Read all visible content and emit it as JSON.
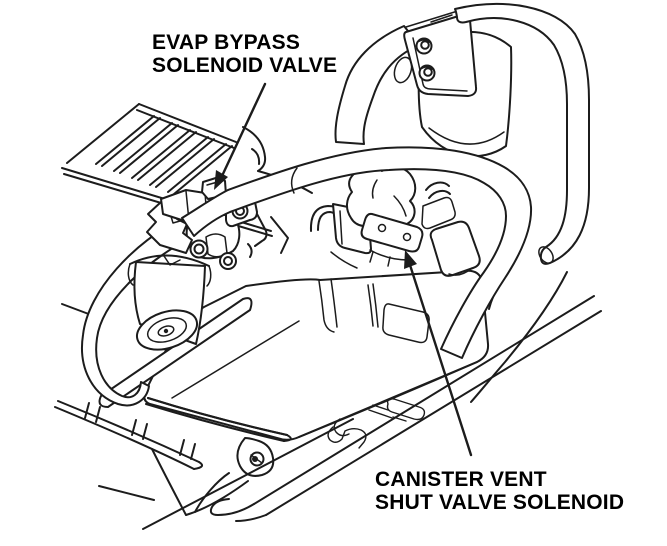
{
  "diagram": {
    "type": "technical-illustration",
    "labels": {
      "evap_bypass": {
        "line1": "EVAP BYPASS",
        "line2": "SOLENOID VALVE"
      },
      "canister_vent": {
        "line1": "CANISTER VENT",
        "line2": "SHUT VALVE SOLENOID"
      }
    },
    "colors": {
      "line": "#1c1c1c",
      "background": "#ffffff",
      "text": "#000000"
    }
  }
}
